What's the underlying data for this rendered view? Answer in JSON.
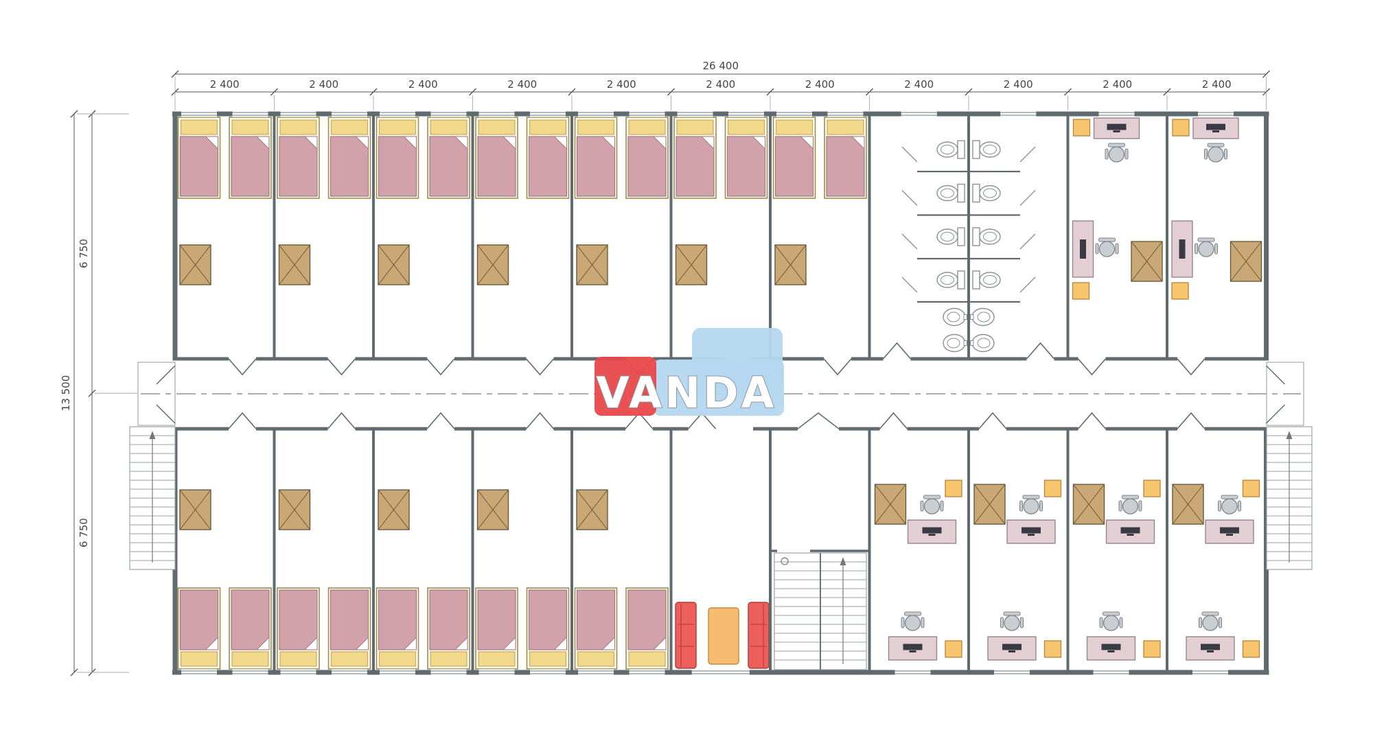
{
  "drawing": {
    "title": "modular-building-floor-plan",
    "logo": {
      "text": "VANDA"
    },
    "dimensions": {
      "total_width": "26 400",
      "segments": [
        "2 400",
        "2 400",
        "2 400",
        "2 400",
        "2 400",
        "2 400",
        "2 400",
        "2 400",
        "2 400",
        "2 400",
        "2 400"
      ],
      "total_height": "13 500",
      "upper_half": "6 750",
      "lower_half": "6 750"
    },
    "colors": {
      "wall": "#5f6b6f",
      "wall_light": "#9aa4a8",
      "bed_frame": "#a08a4c",
      "bed_blanket": "#d2a2aa",
      "bed_blanket_stroke": "#a07880",
      "pillow": "#f2d88a",
      "pillow_stroke": "#c9a85c",
      "wardrobe": "#c9a876",
      "wardrobe_stroke": "#6a5a3a",
      "desk": "#e3ced4",
      "desk_stroke": "#8f7f86",
      "monitor": "#3a3a44",
      "chair": "#c9ced2",
      "chair_stroke": "#7a8288",
      "cabinet": "#f6c56d",
      "cabinet_stroke": "#b5853a",
      "sofa": "#ec5f5a",
      "sofa_stroke": "#b03a38",
      "table": "#f6bc72",
      "table_stroke": "#c08a3e",
      "fixture_stroke": "#8a9094",
      "stair_line": "#9aa2a6",
      "dim": "#555555",
      "logo_red": "#e8484a",
      "logo_blue": "#b5d7ef",
      "logo_text_fill": "#ffffff",
      "logo_outline": "#8898a8"
    }
  }
}
